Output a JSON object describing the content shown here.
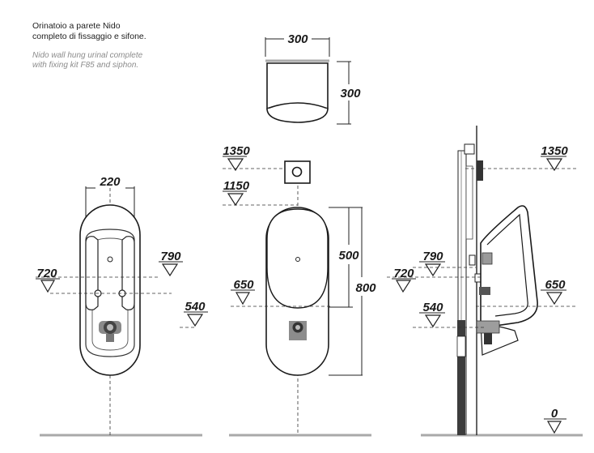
{
  "description": {
    "title_it_line1": "Orinatoio a parete Nido",
    "title_it_line2": "completo di fissaggio e sifone.",
    "title_en_line1": "Nido wall hung urinal complete",
    "title_en_line2": "with fixing kit F85 and siphon."
  },
  "top_view": {
    "width": "300",
    "depth": "300"
  },
  "front_view": {
    "width": "220",
    "level_790": "790",
    "level_720": "720",
    "level_540": "540"
  },
  "center_view": {
    "level_1350": "1350",
    "level_1150": "1150",
    "level_650": "650",
    "height_500": "500",
    "height_800": "800"
  },
  "side_view": {
    "level_1350": "1350",
    "level_790": "790",
    "level_720": "720",
    "level_650": "650",
    "level_540": "540",
    "level_0": "0"
  }
}
